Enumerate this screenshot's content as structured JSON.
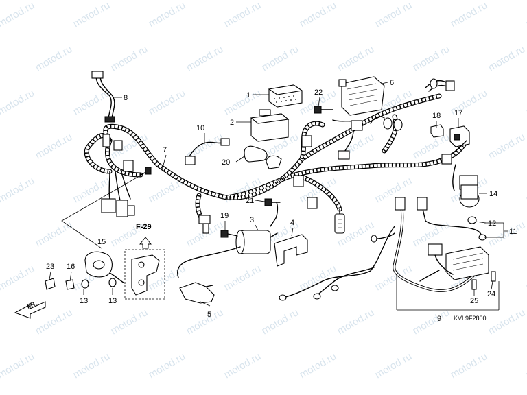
{
  "watermark": {
    "text": "motod.ru"
  },
  "diagram": {
    "code": "KVL9F2800",
    "figure_reference": "F-29",
    "front_direction_label": "FR.",
    "callouts": [
      {
        "id": "c1",
        "label": "1"
      },
      {
        "id": "c2",
        "label": "2"
      },
      {
        "id": "c3",
        "label": "3"
      },
      {
        "id": "c4",
        "label": "4"
      },
      {
        "id": "c5",
        "label": "5"
      },
      {
        "id": "c6",
        "label": "6"
      },
      {
        "id": "c7",
        "label": "7"
      },
      {
        "id": "c8",
        "label": "8"
      },
      {
        "id": "c9",
        "label": "9"
      },
      {
        "id": "c10",
        "label": "10"
      },
      {
        "id": "c11",
        "label": "11"
      },
      {
        "id": "c12",
        "label": "12"
      },
      {
        "id": "c13a",
        "label": "13"
      },
      {
        "id": "c13b",
        "label": "13"
      },
      {
        "id": "c14",
        "label": "14"
      },
      {
        "id": "c15",
        "label": "15"
      },
      {
        "id": "c16",
        "label": "16"
      },
      {
        "id": "c17",
        "label": "17"
      },
      {
        "id": "c18",
        "label": "18"
      },
      {
        "id": "c19",
        "label": "19"
      },
      {
        "id": "c20",
        "label": "20"
      },
      {
        "id": "c21",
        "label": "21"
      },
      {
        "id": "c22",
        "label": "22"
      },
      {
        "id": "c23",
        "label": "23"
      },
      {
        "id": "c24",
        "label": "24"
      },
      {
        "id": "c25",
        "label": "25"
      }
    ]
  }
}
